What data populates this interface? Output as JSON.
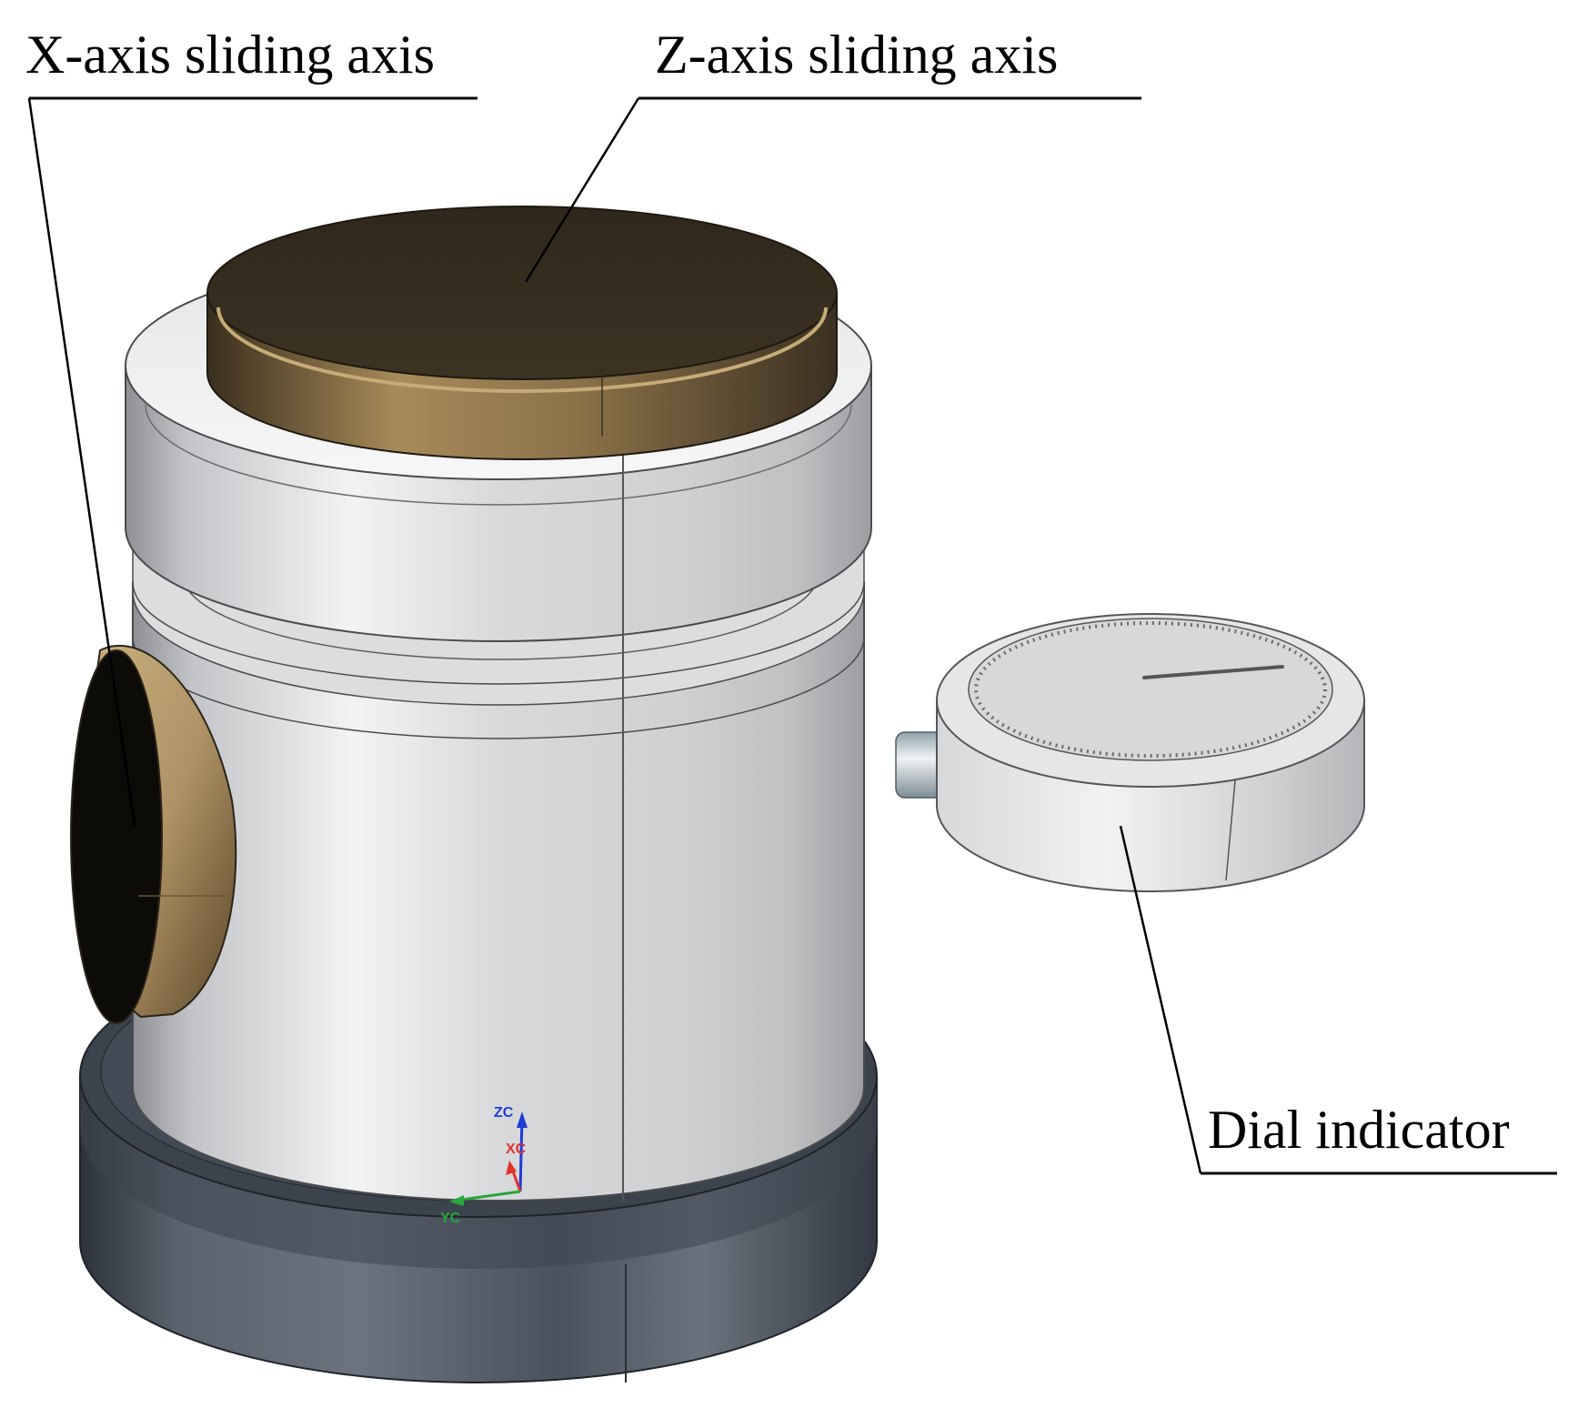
{
  "labels": {
    "x_axis_sliding_axis": "X-axis sliding axis",
    "z_axis_sliding_axis": "Z-axis sliding axis",
    "dial_indicator": "Dial indicator"
  },
  "triad": {
    "zc": "ZC",
    "xc": "XC",
    "yc": "YC"
  },
  "colors": {
    "leader": "#000000",
    "brass": "#a88a5a",
    "brass_dark": "#2b2418",
    "steel": "#c9cacc",
    "base": "#414954",
    "zc": "#1f3ad6",
    "xc": "#e0322c",
    "yc": "#27a63b"
  }
}
